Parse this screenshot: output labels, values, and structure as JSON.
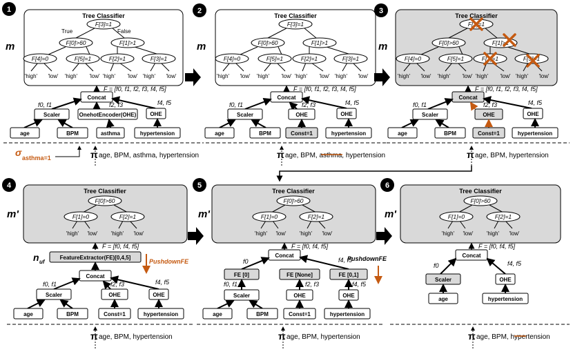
{
  "title": "Tree Classifier",
  "pi": "π",
  "steps": [
    "1",
    "2",
    "3",
    "4",
    "5",
    "6"
  ],
  "m": "m",
  "mprime": "m'",
  "branch_true": "True",
  "branch_false": "False",
  "sigma": "σ",
  "sigma_sub": "asthma=1",
  "n_label": "n",
  "n_sub": "uf",
  "pushdown": "PushdownFE",
  "full_tree": {
    "root": "F[3]=1",
    "mid": [
      "F[0]>60",
      "F[1]>1"
    ],
    "low": [
      "F[4]=0",
      "F[5]=1",
      "F[2]=1",
      "F[3]=1"
    ],
    "leaves": [
      "'high'",
      "'low'",
      "'high'",
      "'low'",
      "'high'",
      "'low'",
      "'high'",
      "'low'"
    ]
  },
  "pruned_tree": {
    "root": "F[0]>60",
    "low": [
      "F[1]=0",
      "F[2]=1"
    ],
    "leaves": [
      "'high'",
      "'low'",
      "'high'",
      "'low'"
    ]
  },
  "features_full": "F = [f0, f1, f2, f3, f4, f5]",
  "features_pruned": "F = [f0, f4, f5]",
  "concat": "Concat",
  "scaler": "Scaler",
  "ohe": "OHE",
  "ohe_full": "OnehotEncoder(OHE)",
  "inputs": {
    "age": "age",
    "bpm": "BPM",
    "asthma": "asthma",
    "hypertension": "hypertension",
    "const": "Const=1"
  },
  "fe_box": "FeatureExtractor(FE)[0,4,5]",
  "fe_parts": [
    "FE [0]",
    "FE [None]",
    "FE [0,1]"
  ],
  "edge_labels": {
    "f0f1": "f0, f1",
    "f2f3": "f2, f3",
    "f4f5": "f4, f5",
    "f0": "f0"
  },
  "projections": {
    "p1": "age, BPM, asthma, hypertension",
    "p2_a": "age, BPM, ",
    "p2_b": "asthma",
    "p2_c": ", hypertension",
    "p4": "age, BPM, hypertension",
    "p6_a": "age, BPM, ",
    "p6_b": "",
    "p6_c": "hypertension"
  },
  "colors": {
    "accent": "#c55a11",
    "grey": "#d9d9d9"
  }
}
